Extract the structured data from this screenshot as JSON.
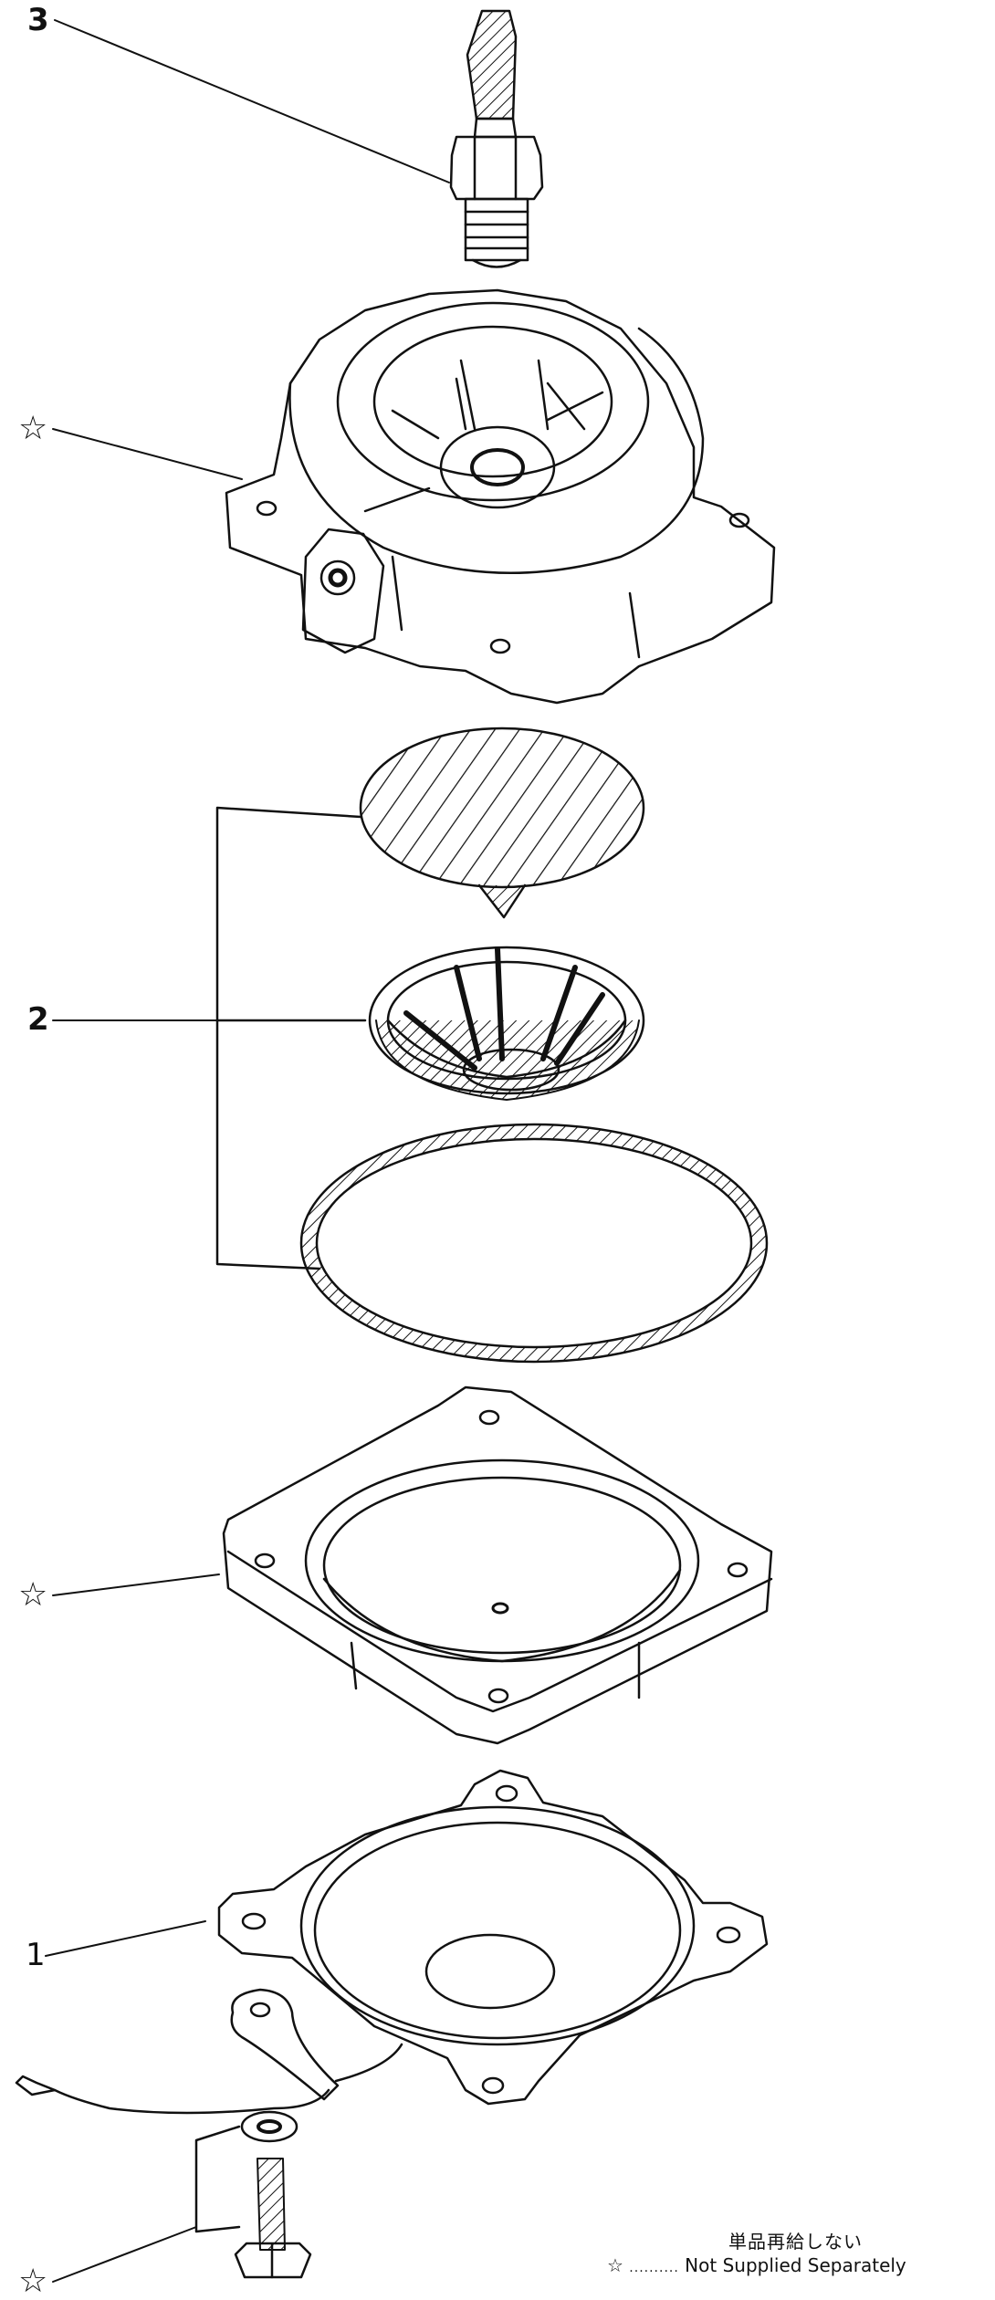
{
  "callouts": {
    "part3": "3",
    "part2": "2",
    "part1": "1",
    "star": "☆"
  },
  "legend": {
    "japanese": "単品再給しない",
    "star": "☆",
    "dots": "..........",
    "english": "Not Supplied Separately"
  }
}
